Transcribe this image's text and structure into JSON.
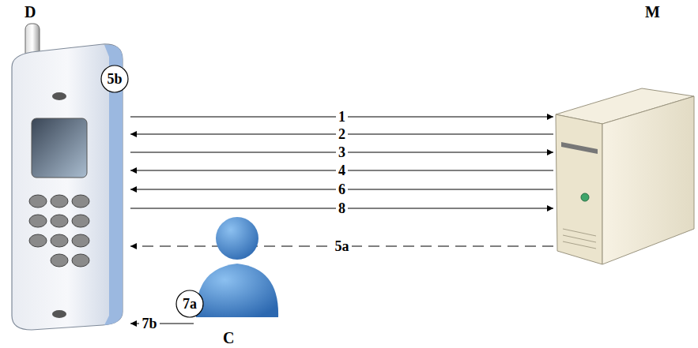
{
  "diagram": {
    "nodes": [
      {
        "text": [
          "D"
        ]
      },
      {
        "text": [
          "M"
        ]
      },
      {
        "text": [
          "C"
        ]
      }
    ],
    "edges": [
      {
        "from": 0,
        "to": 1,
        "arrow": "to",
        "label": "1"
      },
      {
        "from": 1,
        "to": 0,
        "arrow": "to",
        "label": "2"
      },
      {
        "from": 0,
        "to": 1,
        "arrow": "to",
        "label": "3"
      },
      {
        "from": 1,
        "to": 0,
        "arrow": "to",
        "label": "4"
      },
      {
        "from": 1,
        "to": 0,
        "arrow": "to",
        "label": "6"
      },
      {
        "from": 0,
        "to": 1,
        "arrow": "to",
        "label": "8"
      },
      {
        "from": 1,
        "to": 0,
        "arrow": "to",
        "label": "5a"
      },
      {
        "from": 2,
        "to": 0,
        "arrow": "to",
        "label": "7b"
      }
    ],
    "labels": [
      "5b",
      "7a"
    ]
  }
}
